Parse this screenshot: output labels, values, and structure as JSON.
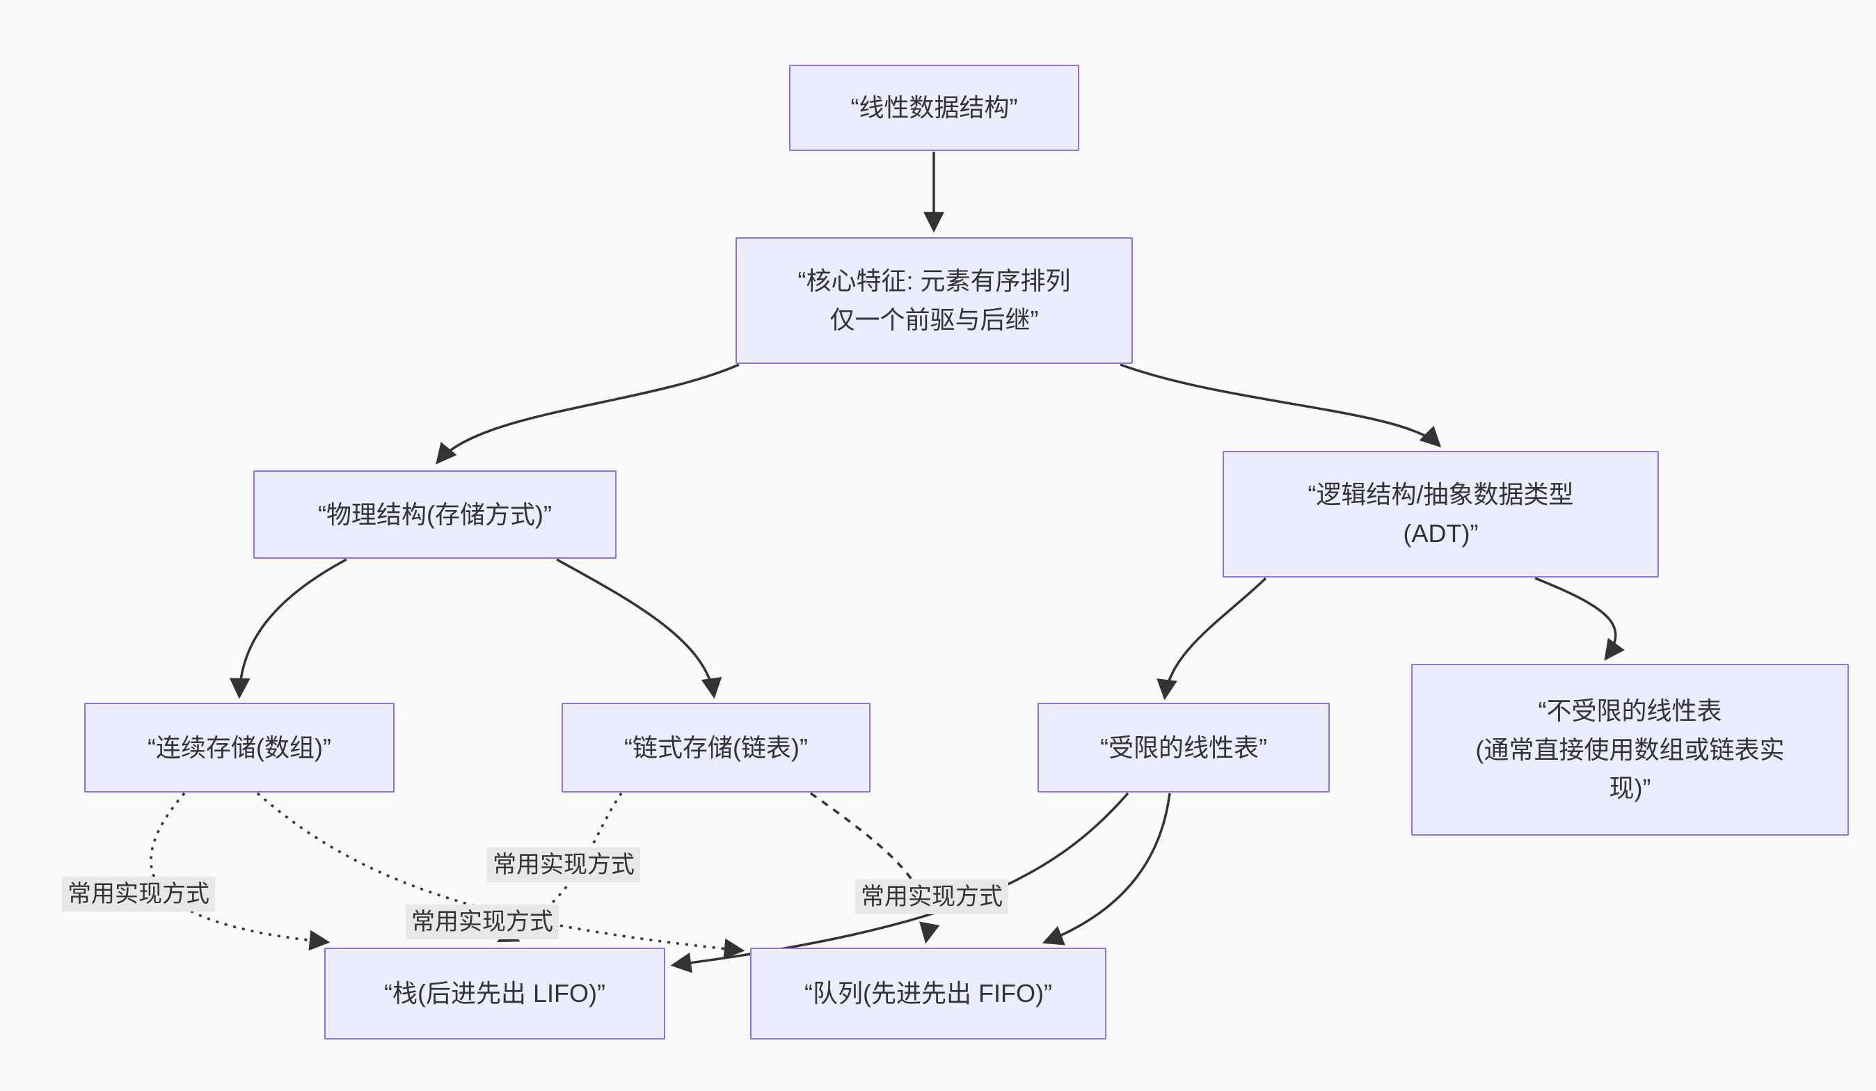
{
  "diagram": {
    "type": "flowchart",
    "topic": "linear data structures",
    "colors": {
      "background": "#f8f9fb",
      "node_fill": "#ECECFF",
      "node_border": "#9370DB",
      "edge_stroke": "#333333",
      "edge_label_background": "#e8e8e8",
      "text": "#333333"
    },
    "nodes": {
      "linear": {
        "text": "“线性数据结构”"
      },
      "core": {
        "line1": "“核心特征: 元素有序排列",
        "line2": "仅一个前驱与后继”"
      },
      "physical": {
        "text": "“物理结构(存储方式)”"
      },
      "logical": {
        "line1": "“逻辑结构/抽象数据类型",
        "line2": "(ADT)”"
      },
      "array": {
        "text": "“连续存储(数组)”"
      },
      "linked": {
        "text": "“链式存储(链表)”"
      },
      "restricted": {
        "text": "“受限的线性表”"
      },
      "unrestricted": {
        "line1": "“不受限的线性表",
        "line2": "(通常直接使用数组或链表实",
        "line3": "现)”"
      },
      "stack": {
        "text": "“栈(后进先出 LIFO)”"
      },
      "queue": {
        "text": "“队列(先进先出 FIFO)”"
      }
    },
    "edge_labels": {
      "impl1": "常用实现方式",
      "impl2": "常用实现方式",
      "impl3": "常用实现方式",
      "impl4": "常用实现方式"
    },
    "edges": [
      {
        "from": "linear",
        "to": "core",
        "style": "solid"
      },
      {
        "from": "core",
        "to": "physical",
        "style": "solid"
      },
      {
        "from": "core",
        "to": "logical",
        "style": "solid"
      },
      {
        "from": "physical",
        "to": "array",
        "style": "solid"
      },
      {
        "from": "physical",
        "to": "linked",
        "style": "solid"
      },
      {
        "from": "logical",
        "to": "restricted",
        "style": "solid"
      },
      {
        "from": "logical",
        "to": "unrestricted",
        "style": "solid"
      },
      {
        "from": "restricted",
        "to": "stack",
        "style": "solid"
      },
      {
        "from": "restricted",
        "to": "queue",
        "style": "solid"
      },
      {
        "from": "array",
        "to": "stack",
        "style": "dotted",
        "label": "常用实现方式"
      },
      {
        "from": "array",
        "to": "queue",
        "style": "dotted",
        "label": "常用实现方式"
      },
      {
        "from": "linked",
        "to": "stack",
        "style": "dotted",
        "label": "常用实现方式"
      },
      {
        "from": "linked",
        "to": "queue",
        "style": "dotted",
        "label": "常用实现方式"
      }
    ]
  }
}
